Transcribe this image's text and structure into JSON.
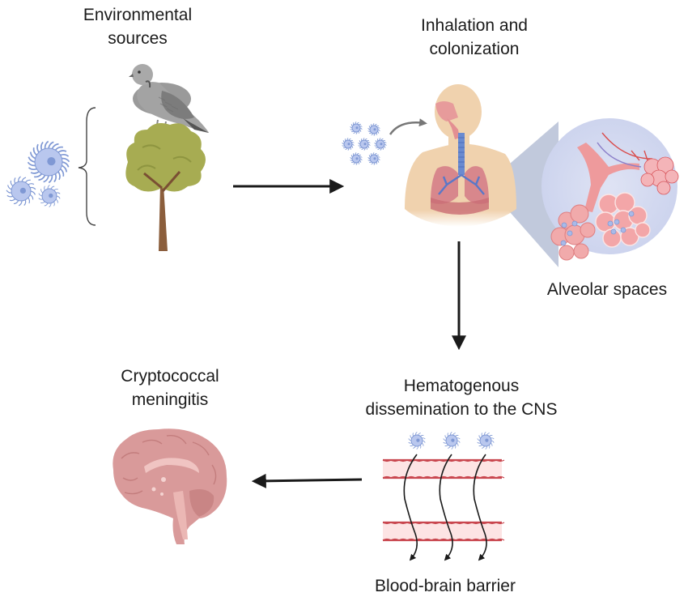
{
  "figure": {
    "title": "Cryptococcal infection pathway",
    "nodes": {
      "environmental": {
        "line1": "Environmental",
        "line2": "sources"
      },
      "inhalation": {
        "line1": "Inhalation and",
        "line2": "colonization"
      },
      "alveolar": {
        "label": "Alveolar spaces"
      },
      "hematogenous": {
        "line1": "Hematogenous",
        "line2": "dissemination to the CNS"
      },
      "bbb": {
        "label": "Blood-brain barrier"
      },
      "meningitis": {
        "line1": "Cryptococcal",
        "line2": "meningitis"
      }
    },
    "flow": [
      "environmental",
      "inhalation",
      "hematogenous",
      "meningitis"
    ],
    "icons": [
      "cryptococcus-spore-icon",
      "pigeon-icon",
      "tree-icon",
      "human-respiratory-icon",
      "alveoli-icon",
      "blood-vessel-icon",
      "brain-icon"
    ],
    "colors": {
      "spore": "#7f98d4",
      "spore_fill": "#b9c7ee",
      "arrow": "#1a1a1a",
      "tissue_pink": "#e8898c",
      "magnifier": "#d3d9ef",
      "skin": "#f0d2ae",
      "brain": "#d99a9a",
      "vessel": "#c9474f",
      "vessel_fill": "#fde4e4",
      "tree_leaf": "#a7ac52",
      "trunk": "#8b5e3c"
    }
  }
}
